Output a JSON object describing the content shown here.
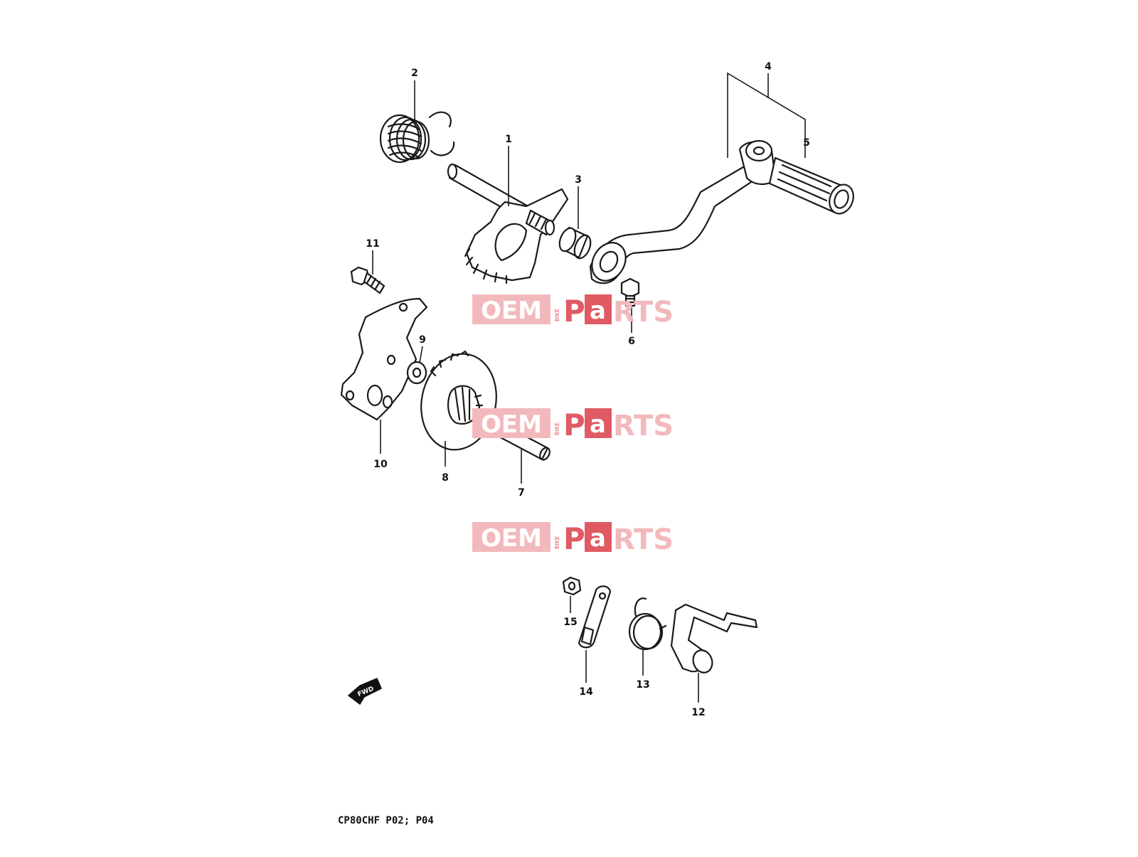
{
  "diagram": {
    "caption": "CP80CHF P02; P04",
    "fwd_label": "FWD",
    "callouts": {
      "p1": "1",
      "p2": "2",
      "p3": "3",
      "p4": "4",
      "p5": "5",
      "p6": "6",
      "p7": "7",
      "p8": "8",
      "p9": "9",
      "p10": "10",
      "p11": "11",
      "p12": "12",
      "p13": "13",
      "p14": "14",
      "p15": "15"
    }
  },
  "watermark": {
    "oem": "OEM",
    "bike": "BIKE",
    "p": "P",
    "a": "a",
    "rts": "RTS",
    "colors": {
      "red": "#e05a63",
      "light_red": "#f2b9bd"
    }
  }
}
